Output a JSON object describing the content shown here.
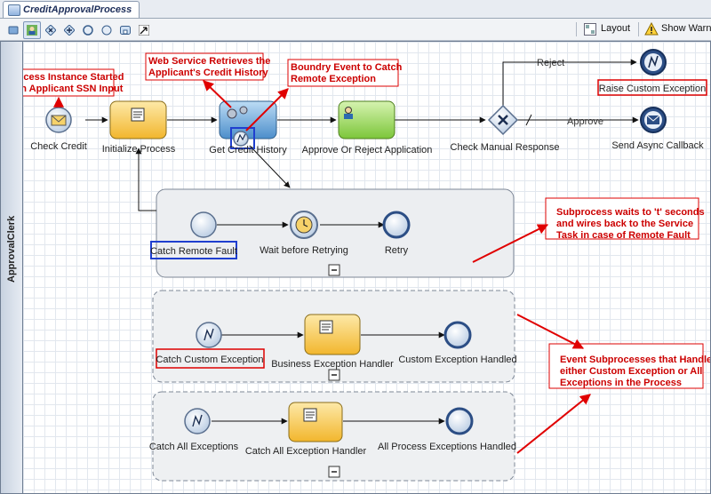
{
  "window": {
    "tab_title": "CreditApprovalProcess"
  },
  "toolbar": {
    "layout_label": "Layout",
    "show_warnings_label": "Show Warnin"
  },
  "lane": {
    "name": "ApprovalClerk"
  },
  "nodes": {
    "check_credit": "Check Credit",
    "initialize_process": "Initialize Process",
    "get_credit_history": "Get Credit History",
    "approve_or_reject": "Approve Or Reject Application",
    "check_manual_response": "Check Manual Response",
    "raise_custom_exception": "Raise Custom Exception",
    "send_async_callback": "Send Async Callback",
    "catch_remote_fault": "Catch Remote Fault",
    "wait_before_retrying": "Wait before Retrying",
    "retry": "Retry",
    "catch_custom_exception": "Catch Custom Exception",
    "business_exception_handler": "Business Exception Handler",
    "custom_exception_handled": "Custom Exception Handled",
    "catch_all_exceptions": "Catch All Exceptions",
    "catch_all_exception_handler": "Catch All Exception Handler",
    "all_process_exceptions_handled": "All Process Exceptions Handled"
  },
  "edges": {
    "reject": "Reject",
    "approve": "Approve"
  },
  "annotations": {
    "process_instance": [
      "Process Instance Started",
      "with Applicant SSN Input"
    ],
    "web_service": [
      "Web Service Retrieves the",
      "Applicant's Credit History"
    ],
    "boundary_event": [
      "Boundry Event to Catch",
      "Remote Exception"
    ],
    "subprocess_waits": [
      "Subprocess waits to 't' seconds",
      "and wires back to the Service",
      "Task in case of Remote Fault"
    ],
    "event_subprocesses": [
      "Event Subprocesses that Handle",
      "either Custom Exception or All",
      "Exceptions in the Process"
    ]
  },
  "colors": {
    "annotation_red": "#cc0000",
    "highlight_blue": "#1f3fcf",
    "task_yellow": "#f5c23a",
    "task_green": "#8fd04a",
    "task_blue": "#5d9fd6"
  }
}
